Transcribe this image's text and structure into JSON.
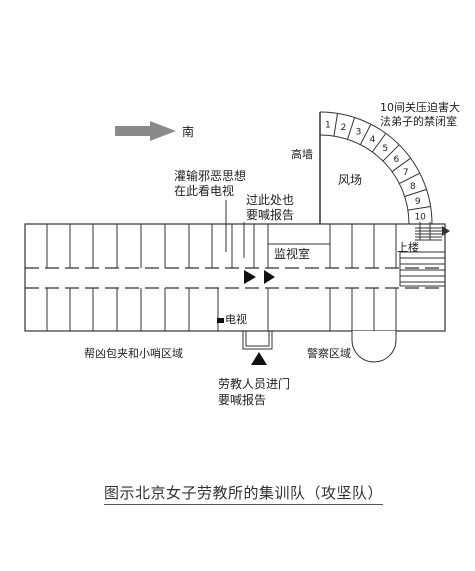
{
  "labels": {
    "south": "南",
    "cells_line1": "10间关压迫害大",
    "cells_line2": "法弟子的禁闭室",
    "high_wall": "高墙",
    "yard": "风场",
    "tv_line1": "灌输邪恶思想",
    "tv_line2": "在此看电视",
    "pass_line1": "过此处也",
    "pass_line2": "要喊报告",
    "monitor_room": "监视室",
    "upstairs": "上楼",
    "tv": "电视",
    "bang_area": "帮凶包夹和小哨区域",
    "police_area": "警察区域",
    "gate_line1": "劳教人员进门",
    "gate_line2": "要喊报告"
  },
  "cell_numbers": [
    "1",
    "2",
    "3",
    "4",
    "5",
    "6",
    "7",
    "8",
    "9",
    "10"
  ],
  "caption": "图示北京女子劳教所的集训队（攻坚队）",
  "colors": {
    "arrow": "#8a8a8a",
    "line": "#333333"
  }
}
